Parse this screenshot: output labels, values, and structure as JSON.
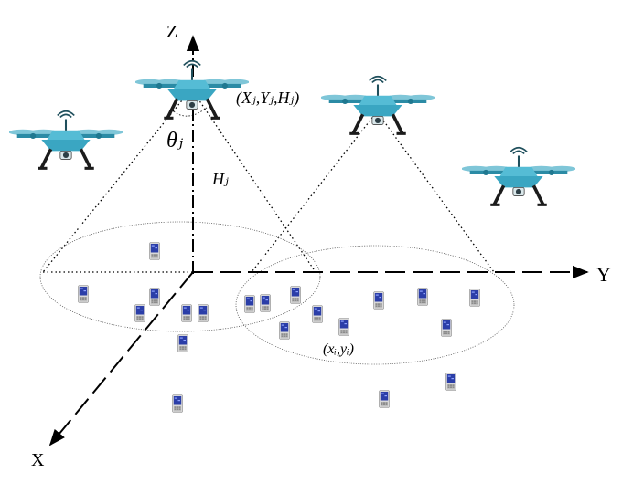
{
  "axes": {
    "z_label": "Z",
    "y_label": "Y",
    "x_label": "X"
  },
  "labels": {
    "uav_coords": "(Xⱼ,Yⱼ,Hⱼ)",
    "theta": "θⱼ",
    "height": "Hⱼ",
    "user_coords": "(xᵢ,yᵢ)"
  },
  "colors": {
    "drone_body": "#3aa6c2",
    "drone_dark": "#1f7890",
    "phone_screen": "#2b3ea8",
    "phone_body": "#d8d8d8"
  },
  "icons": {
    "drone": "drone-icon",
    "phone": "phone-icon"
  }
}
